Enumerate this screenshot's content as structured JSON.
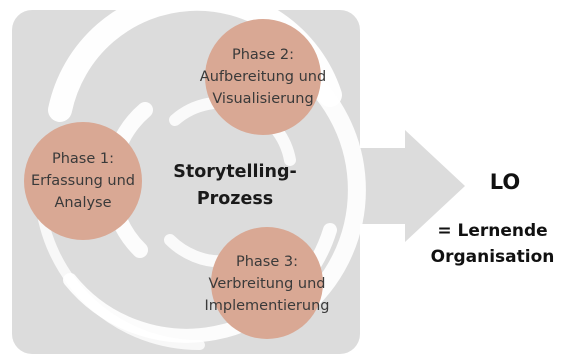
{
  "colors": {
    "panel": "#dcdcdc",
    "swirl": "#ffffff",
    "arrow": "#dcdcdc",
    "phase_circle": "#d9a894"
  },
  "phases": [
    {
      "line1": "Phase 1:",
      "line2": "Erfassung und",
      "line3": "Analyse"
    },
    {
      "line1": "Phase 2:",
      "line2": "Aufbereitung und",
      "line3": "Visualisierung"
    },
    {
      "line1": "Phase 3:",
      "line2": "Verbreitung und",
      "line3": "Implementierung"
    }
  ],
  "center": {
    "line1": "Storytelling-",
    "line2": "Prozess"
  },
  "result": {
    "title": "LO",
    "line1": "= Lernende",
    "line2": "Organisation"
  }
}
